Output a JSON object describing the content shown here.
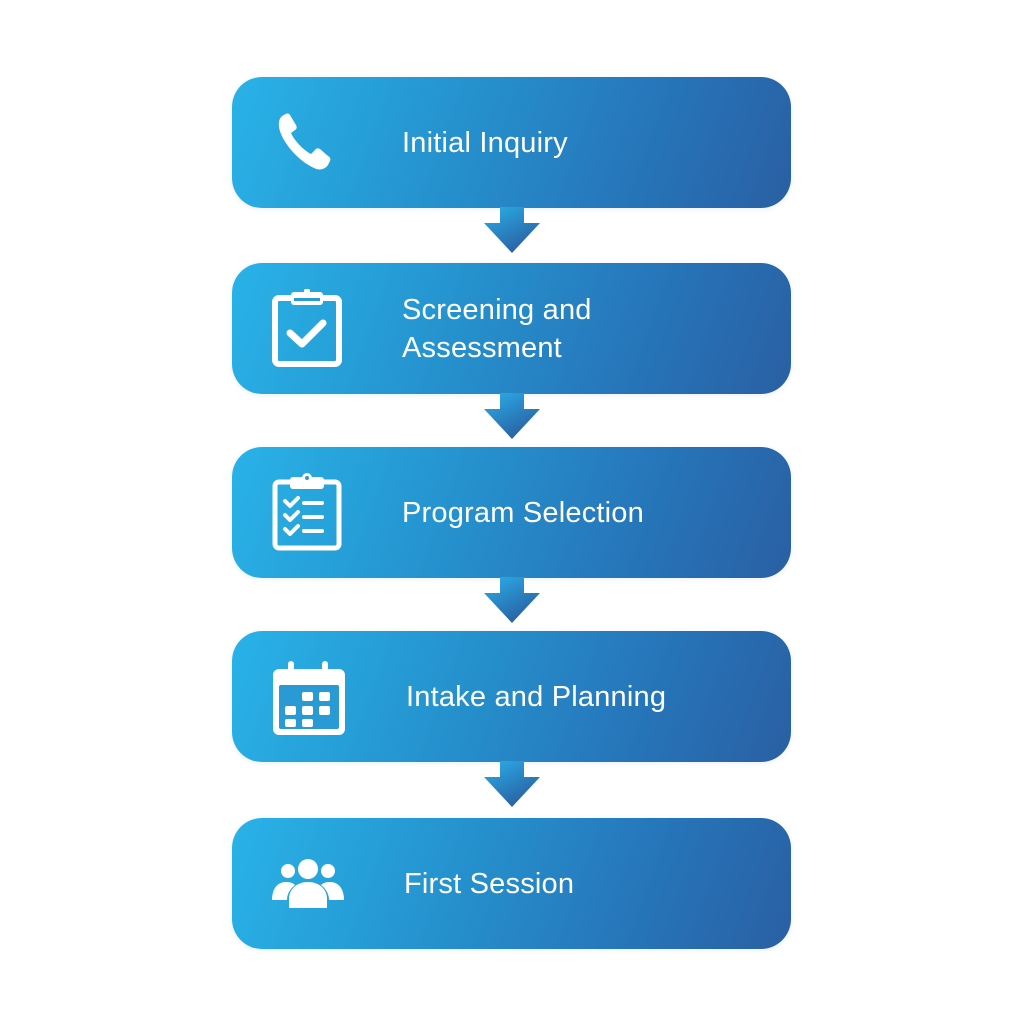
{
  "diagram": {
    "type": "vertical-flowchart",
    "colors": {
      "box_gradient_start": "#29b3e8",
      "box_gradient_end": "#2a5fa3",
      "arrow_start": "#2aa9e4",
      "arrow_end": "#2a5fa3",
      "text": "#ffffff",
      "background": "#ffffff"
    },
    "steps": [
      {
        "label": "Initial Inquiry",
        "icon": "phone-icon"
      },
      {
        "label": "Screening and Assessment",
        "label_line1": "Screening and",
        "label_line2": "Assessment",
        "icon": "clipboard-check-icon"
      },
      {
        "label": "Program Selection",
        "icon": "clipboard-checklist-icon"
      },
      {
        "label": "Intake and Planning",
        "icon": "calendar-icon"
      },
      {
        "label": "First Session",
        "icon": "group-icon"
      }
    ],
    "connectors": [
      {
        "from": "Initial Inquiry",
        "to": "Screening and Assessment"
      },
      {
        "from": "Screening and Assessment",
        "to": "Program Selection"
      },
      {
        "from": "Program Selection",
        "to": "Intake and Planning"
      },
      {
        "from": "Intake and Planning",
        "to": "First Session"
      }
    ]
  }
}
